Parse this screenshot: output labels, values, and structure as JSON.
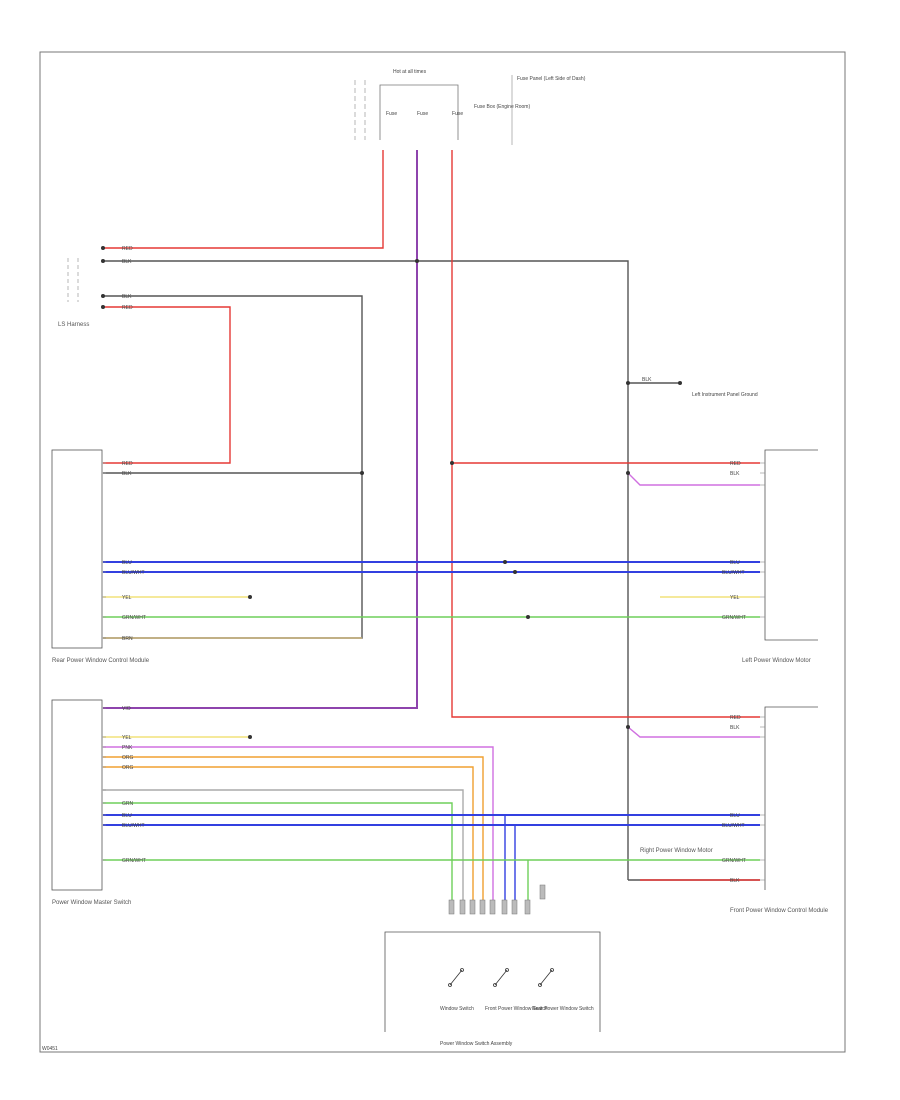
{
  "diagram": {
    "fuse_box_label": "Hot at all times",
    "fuse_labels": [
      "Fuse",
      "Fuse",
      "Fuse"
    ],
    "fuse_box_note": "Fuse Box (Engine Room)",
    "fuse_panel_note": "Fuse Panel (Left Side of Dash)",
    "left_connector": "LS Harness",
    "ground_label": "Left Instrument Panel Ground",
    "module_left_top": "Rear Power Window Control Module",
    "module_left_bottom": "Power Window Master Switch",
    "module_right_top": "Left Power Window Motor",
    "module_right_bottom_a": "Right Power Window Motor",
    "module_right_bottom_b": "Front Power Window Control Module",
    "bottom_switch_labels": [
      "Window Switch",
      "Front Power Window Switch",
      "Rear Power Window Switch"
    ],
    "bottom_box_label": "Power Window Switch Assembly",
    "footer_code": "W0451",
    "wire_labels": {
      "red": "RED",
      "blk": "BLK",
      "blu": "BLU",
      "blu_wht": "BLU/WHT",
      "yel": "YEL",
      "grn": "GRN",
      "grn_wht": "GRN/WHT",
      "org": "ORG",
      "brn": "BRN",
      "pnk": "PNK",
      "vio": "VIO"
    },
    "colors": {
      "red": "#e53935",
      "pink": "#f48fb1",
      "black": "#333333",
      "gray": "#888888",
      "violet": "#8e44ad",
      "blue": "#3340e0",
      "yellow": "#f2e27a",
      "green": "#6ecf5a",
      "orange": "#f0a030",
      "magenta": "#d070e0",
      "tan": "#c9b37a"
    }
  }
}
